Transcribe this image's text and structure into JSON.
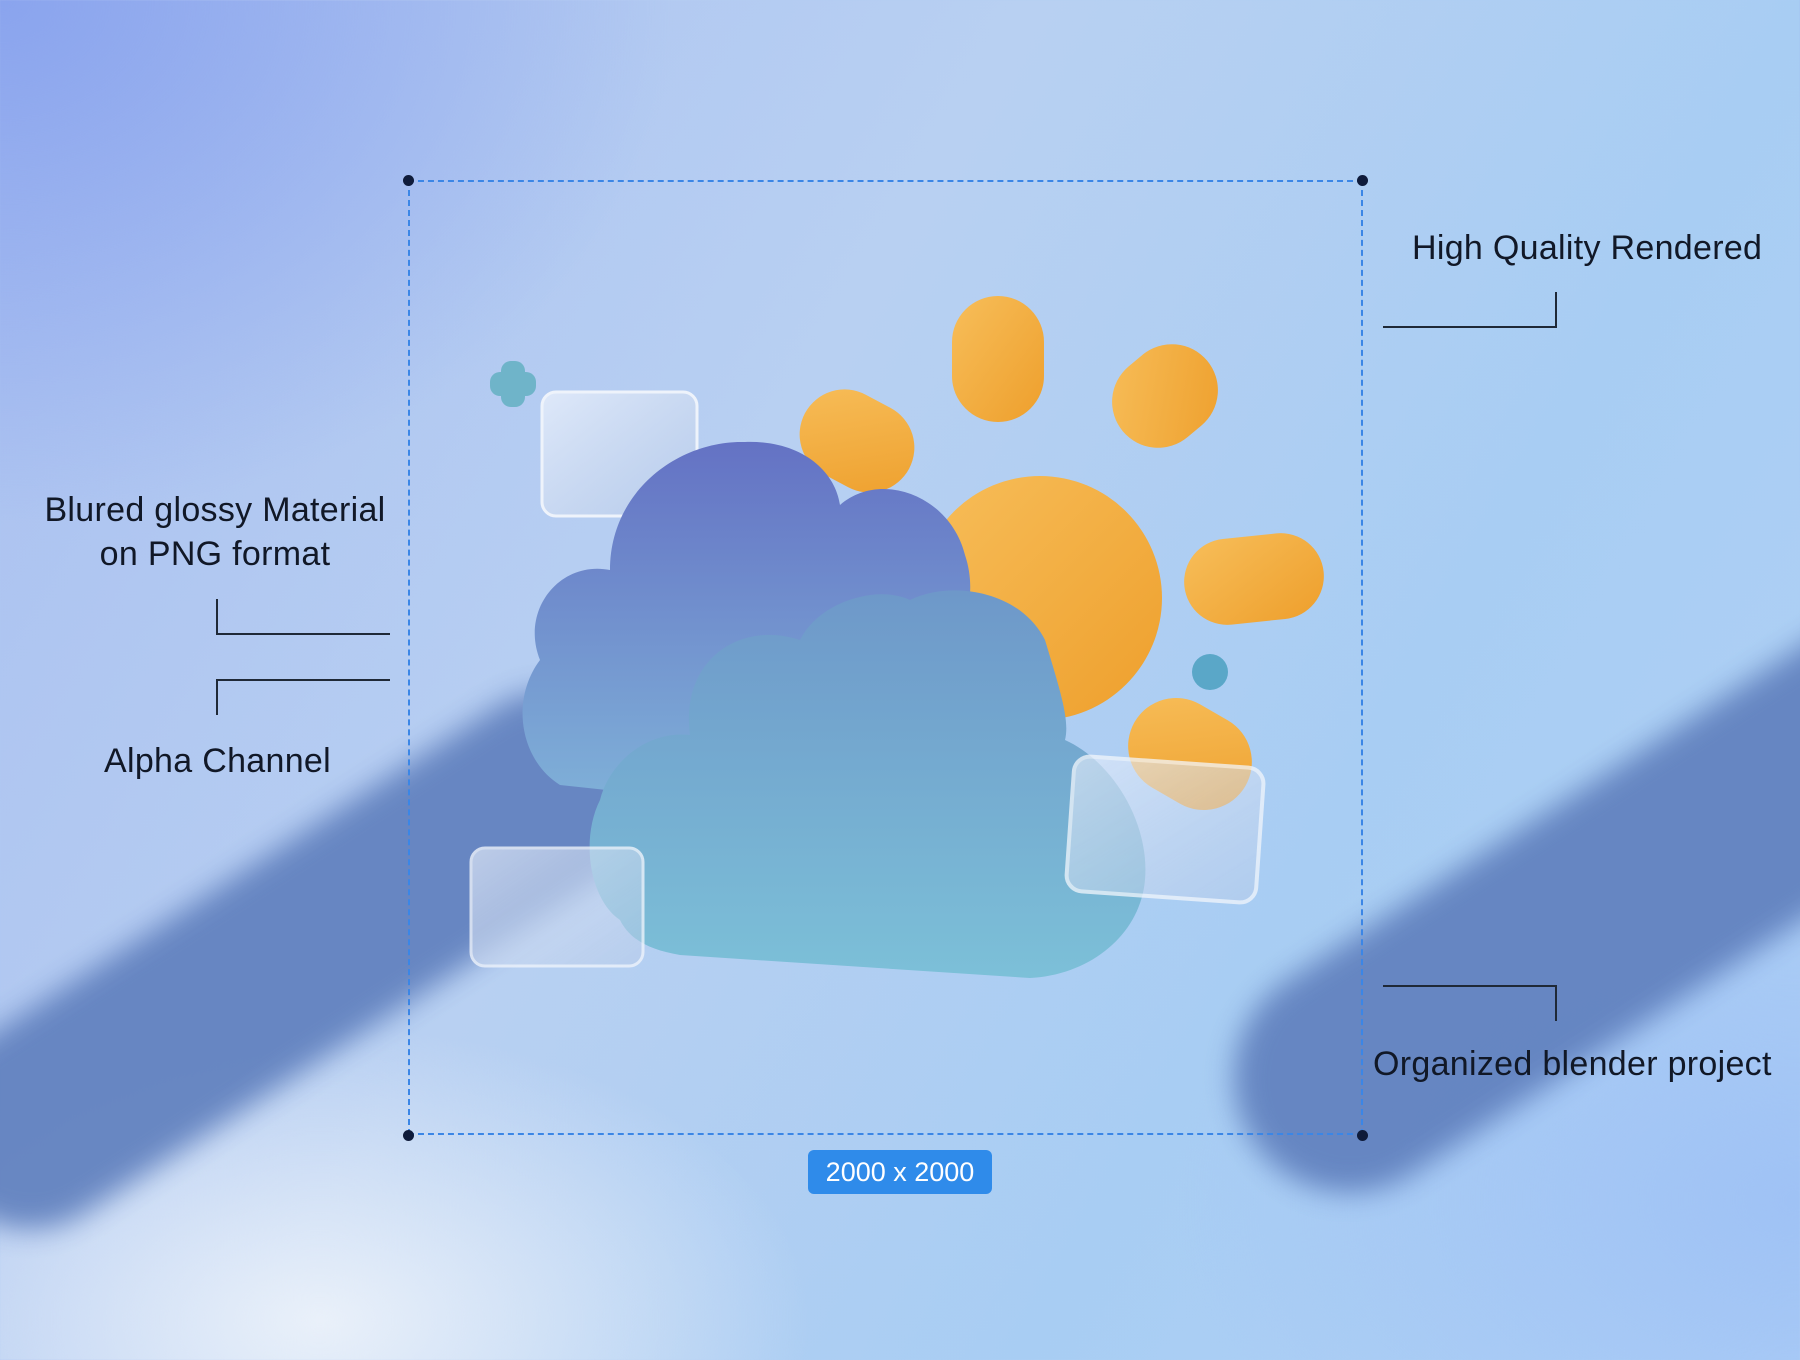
{
  "annotations": {
    "high_quality": "High Quality Rendered",
    "material_line1": "Blured glossy Material",
    "material_line2": "on PNG format",
    "alpha": "Alpha Channel",
    "blender": "Organized blender project"
  },
  "size_badge": "2000 x 2000",
  "colors": {
    "frame_dashed": "#3b86e6",
    "badge": "#2f8bea",
    "sun": "#f5b040",
    "cloud_back": "#6f86cf",
    "cloud_front": "#74aed6"
  },
  "illustration": "cloud-sun-3d-icon"
}
